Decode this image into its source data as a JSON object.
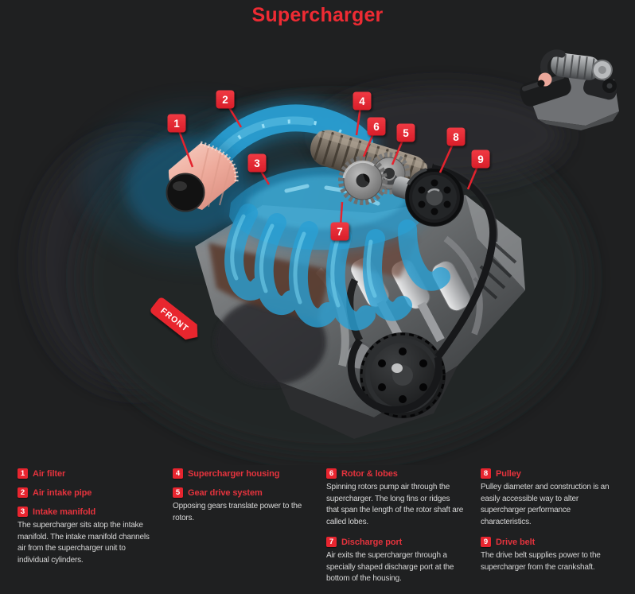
{
  "title": "Supercharger",
  "colors": {
    "background": "#1f2021",
    "accent_red": "#e8252f",
    "pipe_blue": "#2aa0d4",
    "filter_pink": "#efb3a6",
    "body_text": "#d6d6d6"
  },
  "icons": {
    "thumbnail": "mini-engine-3d-render"
  },
  "diagram": {
    "front_label": "FRONT"
  },
  "items": [
    {
      "number": "1",
      "label": "Air filter"
    },
    {
      "number": "2",
      "label": "Air intake pipe"
    },
    {
      "number": "3",
      "label": "Intake manifold",
      "description": "The supercharger sits atop the intake manifold. The intake manifold channels air from the supercharger unit to individual cylinders."
    },
    {
      "number": "4",
      "label": "Supercharger housing"
    },
    {
      "number": "5",
      "label": "Gear drive system",
      "description": "Opposing gears translate power to the rotors."
    },
    {
      "number": "6",
      "label": "Rotor & lobes",
      "description": "Spinning rotors pump air through the supercharger. The long fins or ridges that span the length of the rotor shaft are called lobes."
    },
    {
      "number": "7",
      "label": "Discharge port",
      "description": "Air exits the supercharger through a specially shaped discharge port at the bottom of the housing."
    },
    {
      "number": "8",
      "label": "Pulley",
      "description": "Pulley diameter and construction is an easily accessible way to alter supercharger performance characteristics."
    },
    {
      "number": "9",
      "label": "Drive belt",
      "description": "The drive belt supplies power to the supercharger from the crankshaft."
    }
  ]
}
